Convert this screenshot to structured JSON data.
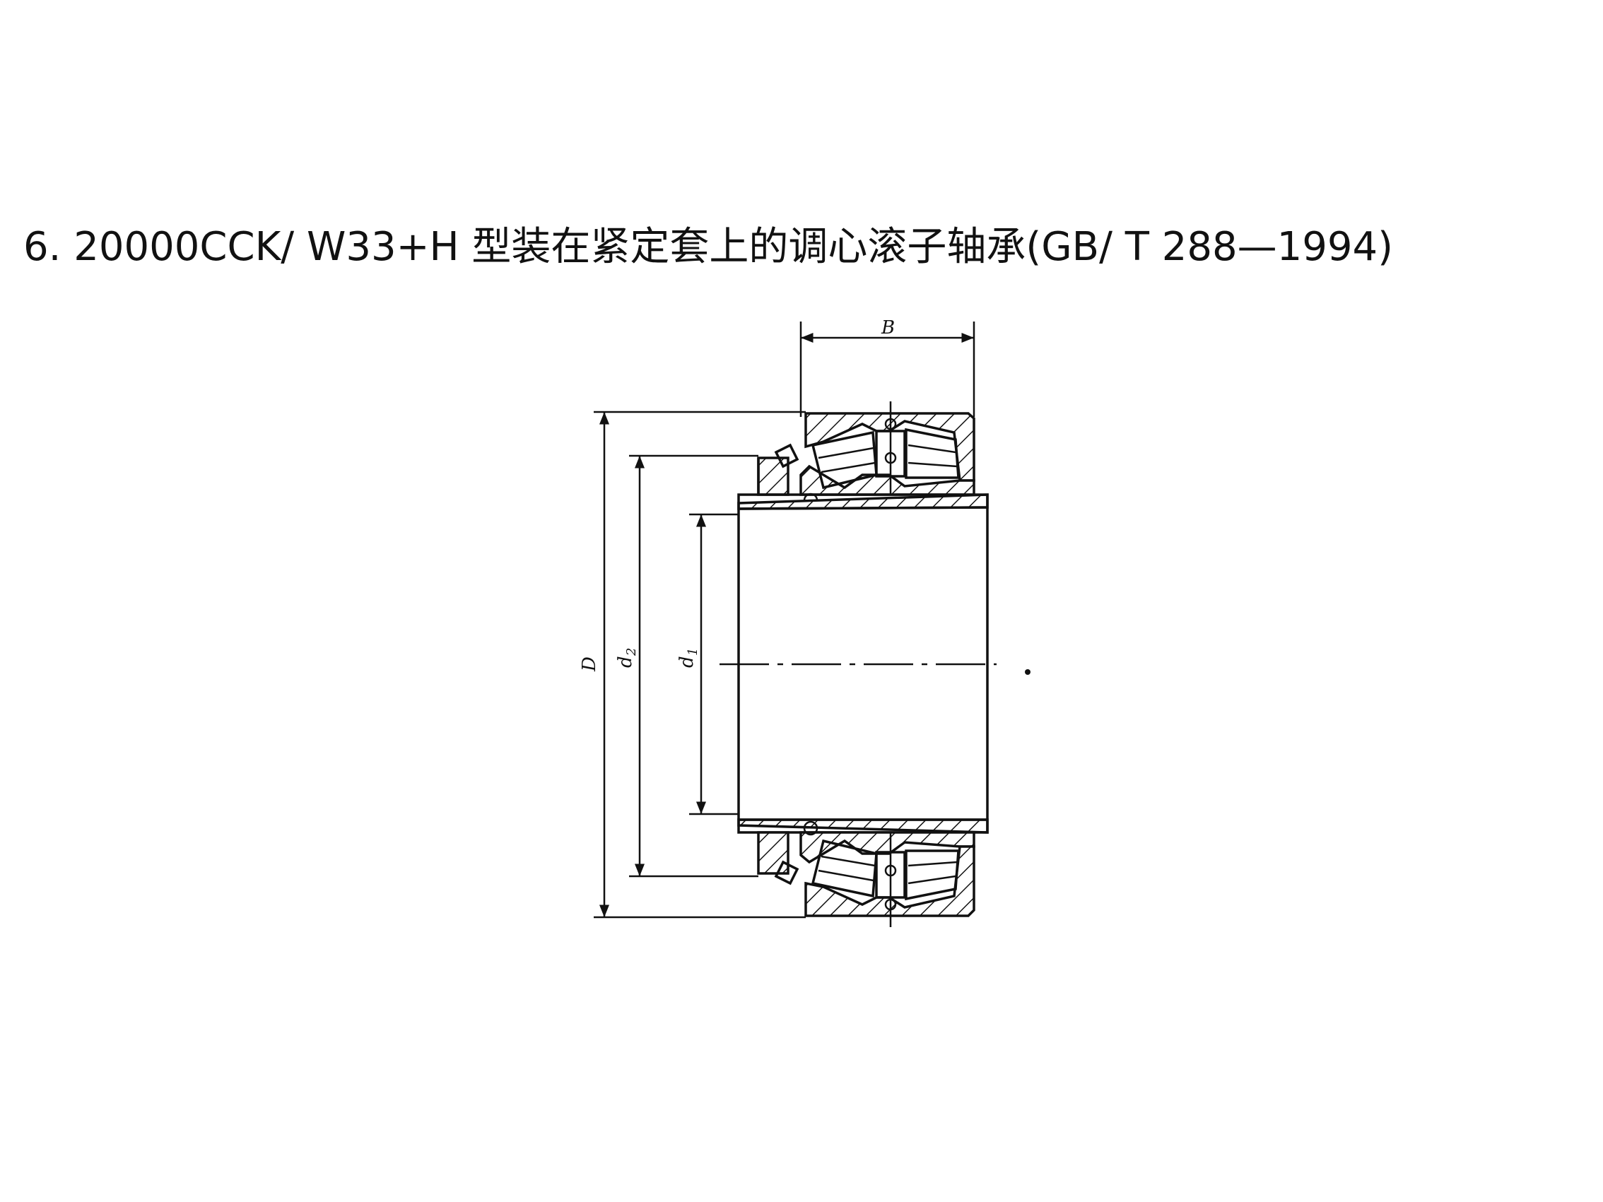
{
  "title": "6. 20000CCK/ W33+H 型装在紧定套上的调心滚子轴承(GB/ T 288—1994)",
  "dimensions": {
    "B": "B",
    "D": "D",
    "d2": "d",
    "d2_sub": "2",
    "d1": "d",
    "d1_sub": "1"
  },
  "colors": {
    "ink": "#111111",
    "background": "#ffffff"
  }
}
